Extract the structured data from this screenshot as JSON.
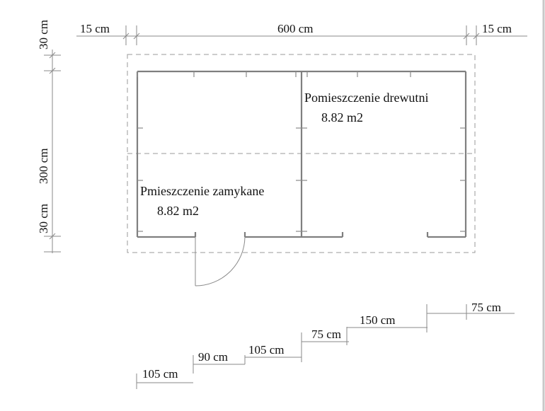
{
  "top_dimensions": [
    "15 cm",
    "600 cm",
    "15 cm"
  ],
  "left_dimensions": [
    "30 cm",
    "300 cm",
    "30 cm"
  ],
  "rooms": [
    {
      "name": "Pomieszczenie drewutni",
      "area": "8.82 m2"
    },
    {
      "name": "Pmieszczenie zamykane",
      "area": "8.82 m2"
    }
  ],
  "bottom_dimensions": [
    "105 cm",
    "90 cm",
    "105 cm",
    "75 cm",
    "150 cm",
    "75 cm"
  ]
}
